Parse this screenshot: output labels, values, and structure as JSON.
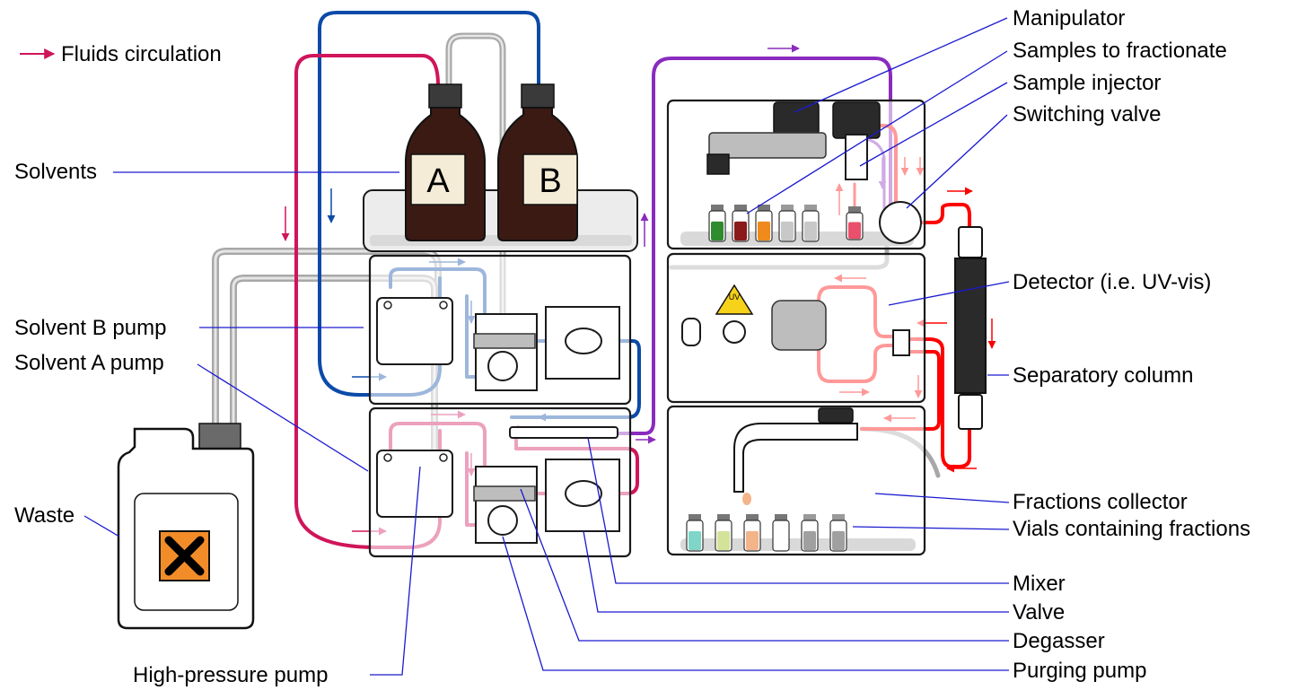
{
  "legend": {
    "label": "Fluids circulation",
    "color": "#d81b60"
  },
  "bottles": {
    "a_label": "A",
    "b_label": "B",
    "bottle_color": "#3b1a14"
  },
  "uv_badge": "UV",
  "labels_left": {
    "solvents": "Solvents",
    "solvent_b_pump": "Solvent B pump",
    "solvent_a_pump": "Solvent A pump",
    "waste": "Waste",
    "high_pressure_pump": "High-pressure pump"
  },
  "labels_right": {
    "manipulator": "Manipulator",
    "samples_to_fractionate": "Samples to fractionate",
    "sample_injector": "Sample injector",
    "switching_valve": "Switching valve",
    "detector": "Detector (i.e. UV-vis)",
    "separatory_column": "Separatory column",
    "fractions_collector": "Fractions collector",
    "vials_containing_fractions": "Vials containing fractions",
    "mixer": "Mixer",
    "valve": "Valve",
    "degasser": "Degasser",
    "purging_pump": "Purging pump"
  },
  "colors": {
    "solvent_a_line": "#d0155a",
    "solvent_b_line": "#0b4aa8",
    "waste_line": "#a8a8a8",
    "sample_line": "#8a2bbf",
    "column_line": "#ff0000",
    "leader_line": "#1a1ad0",
    "hazard_orange": "#f28c28"
  },
  "sample_vials": [
    "#2e8b2e",
    "#8b1a1a",
    "#f08a1c",
    "#c8c8c8",
    "#c8c8c8"
  ],
  "fraction_vials": [
    "#7fd6c8",
    "#d4e39a",
    "#f4b48a",
    "#ffffff",
    "#a0a0a0",
    "#a0a0a0"
  ]
}
